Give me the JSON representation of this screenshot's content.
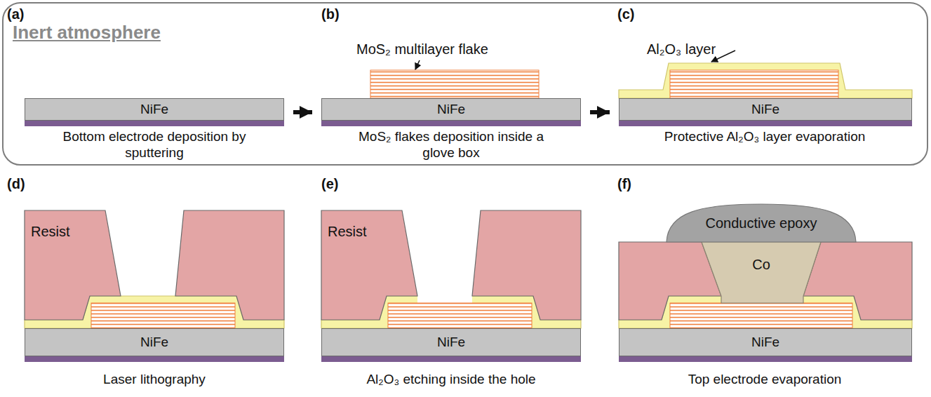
{
  "diagram": {
    "nodes": [
      {
        "text": [
          "Inert atmosphere"
        ]
      },
      {
        "text": [
          "NiFe"
        ],
        "in": 0
      },
      {
        "text": [
          "NiFe"
        ],
        "in": 0
      },
      {
        "text": [
          "NiFe"
        ],
        "in": 0
      },
      {
        "text": [
          "NiFe"
        ]
      },
      {
        "text": [
          "Resist"
        ]
      },
      {
        "text": [
          "NiFe"
        ]
      },
      {
        "text": [
          "Resist"
        ]
      },
      {
        "text": [
          "Conductive epoxy"
        ]
      },
      {
        "text": [
          "Co"
        ]
      },
      {
        "text": [
          "NiFe"
        ]
      }
    ],
    "edges": [
      {
        "from": 1,
        "to": 2,
        "arrow": "to"
      },
      {
        "from": 2,
        "to": 3,
        "arrow": "to"
      }
    ],
    "labels": [
      "(a)",
      "(b)",
      "(c)",
      "Bottom electrode deposition by sputtering",
      "MoS₂ multilayer flake",
      "MoS₂ flakes deposition inside a glove box",
      "Al₂O₃ layer",
      "Protective Al₂O₃ layer evaporation",
      "(d)",
      "(e)",
      "(f)",
      "Laser lithography",
      "Al₂O₃ etching inside the hole",
      "Top electrode evaporation"
    ]
  }
}
